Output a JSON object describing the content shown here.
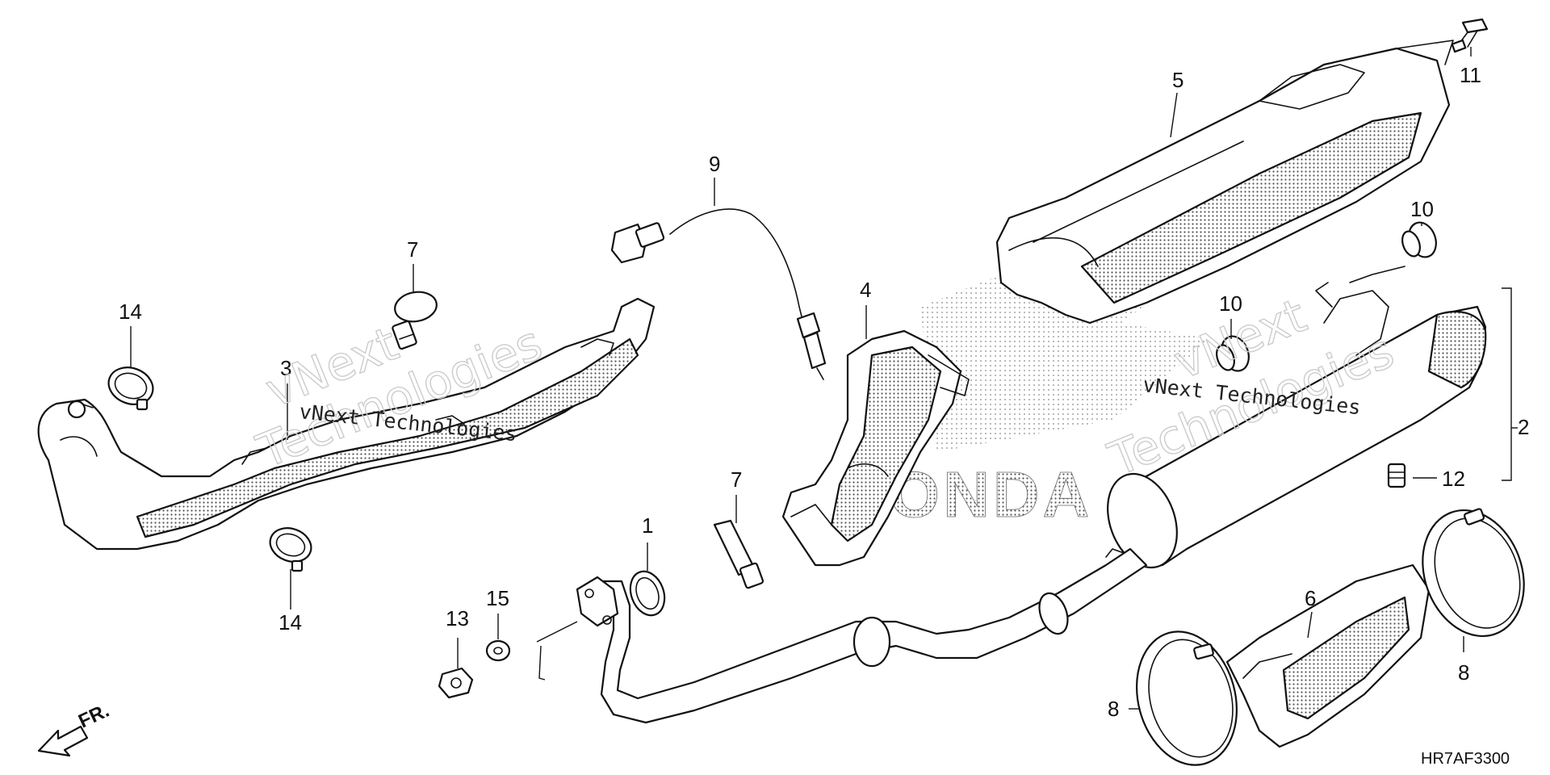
{
  "diagram": {
    "callouts": {
      "c1": "1",
      "c2": "2",
      "c3": "3",
      "c4": "4",
      "c5": "5",
      "c6": "6",
      "c7a": "7",
      "c7b": "7",
      "c8a": "8",
      "c8b": "8",
      "c9": "9",
      "c10a": "10",
      "c10b": "10",
      "c11": "11",
      "c12": "12",
      "c13": "13",
      "c14a": "14",
      "c14b": "14",
      "c15": "15"
    },
    "diagram_code": "HR7AF3300",
    "front_indicator": "FR.",
    "watermark": {
      "line_a": "vNext",
      "line_b": "Technologies",
      "full": "vNext Technologies"
    },
    "brand_mark": "HONDA"
  }
}
